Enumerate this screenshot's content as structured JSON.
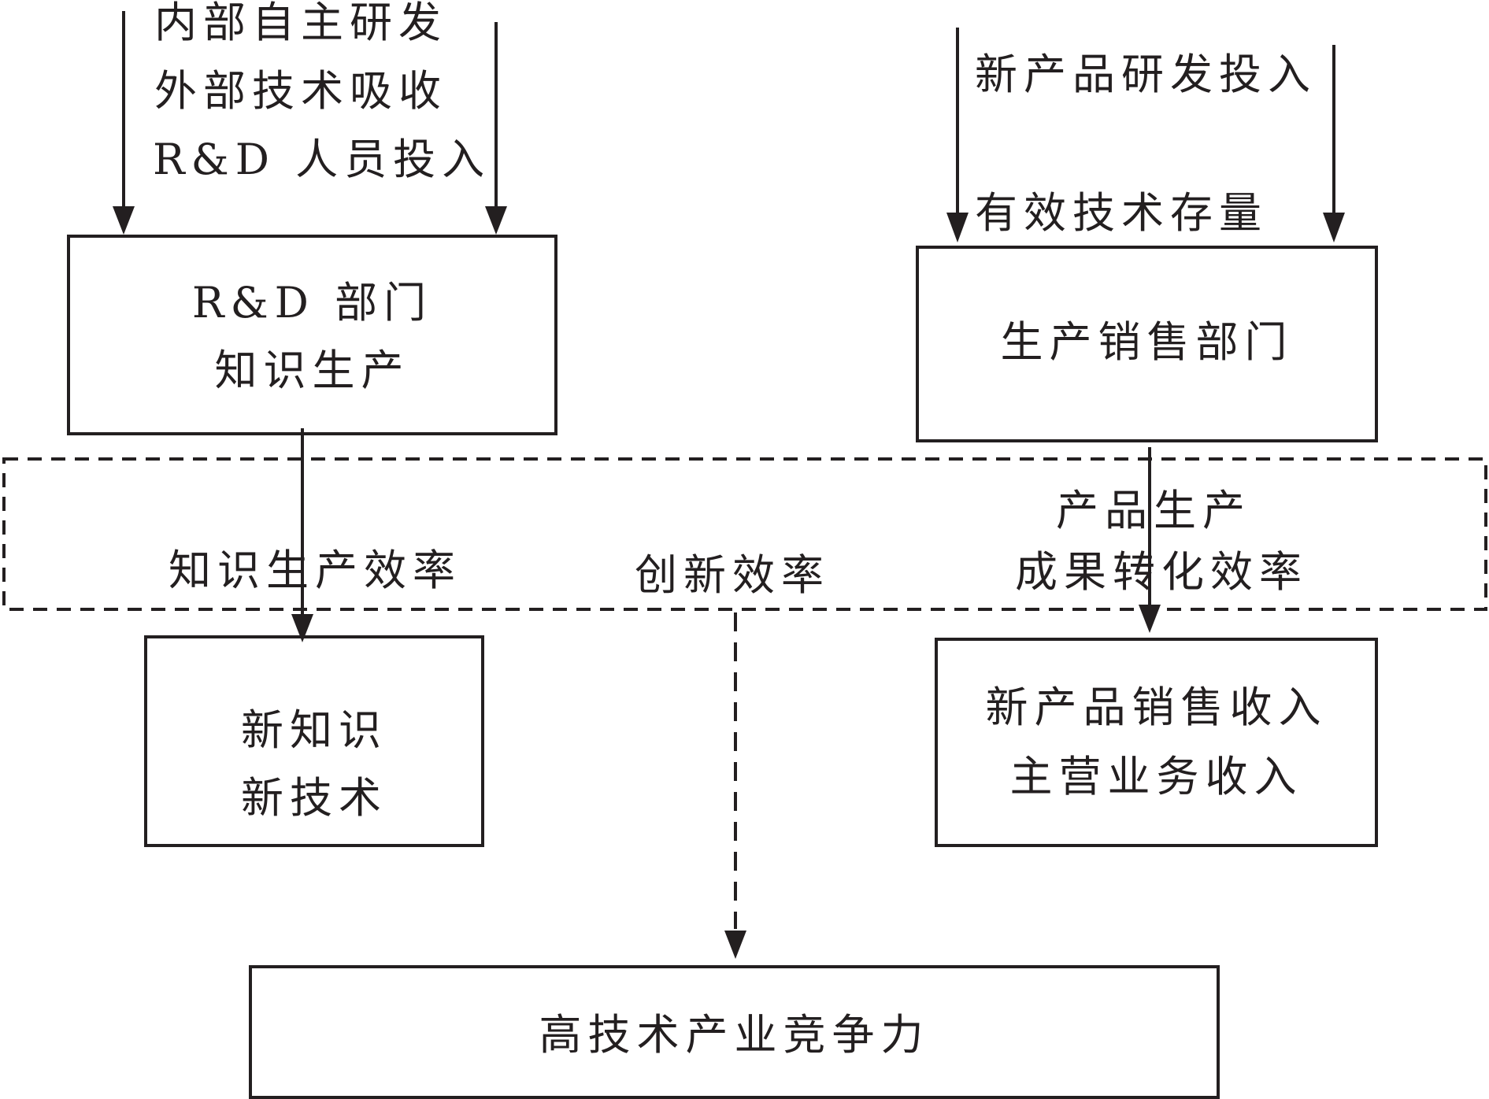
{
  "rd_inputs": {
    "line1": "内部自主研发",
    "line2": "外部技术吸收",
    "line3": "R&D 人员投入"
  },
  "prod_inputs": {
    "line1": "新产品研发投入",
    "line2": "有效技术存量"
  },
  "rd_box": {
    "line1": "R&D 部门",
    "line2": "知识生产"
  },
  "prod_box": {
    "line1": "生产销售部门"
  },
  "efficiency": {
    "knowledge": "知识生产效率",
    "innovation": "创新效率",
    "conversion_line1": "产品生产",
    "conversion_line2": "成果转化效率"
  },
  "output_left": {
    "line1": "新知识",
    "line2": "新技术"
  },
  "output_right": {
    "line1": "新产品销售收入",
    "line2": "主营业务收入"
  },
  "bottom_box": {
    "label": "高技术产业竞争力"
  }
}
